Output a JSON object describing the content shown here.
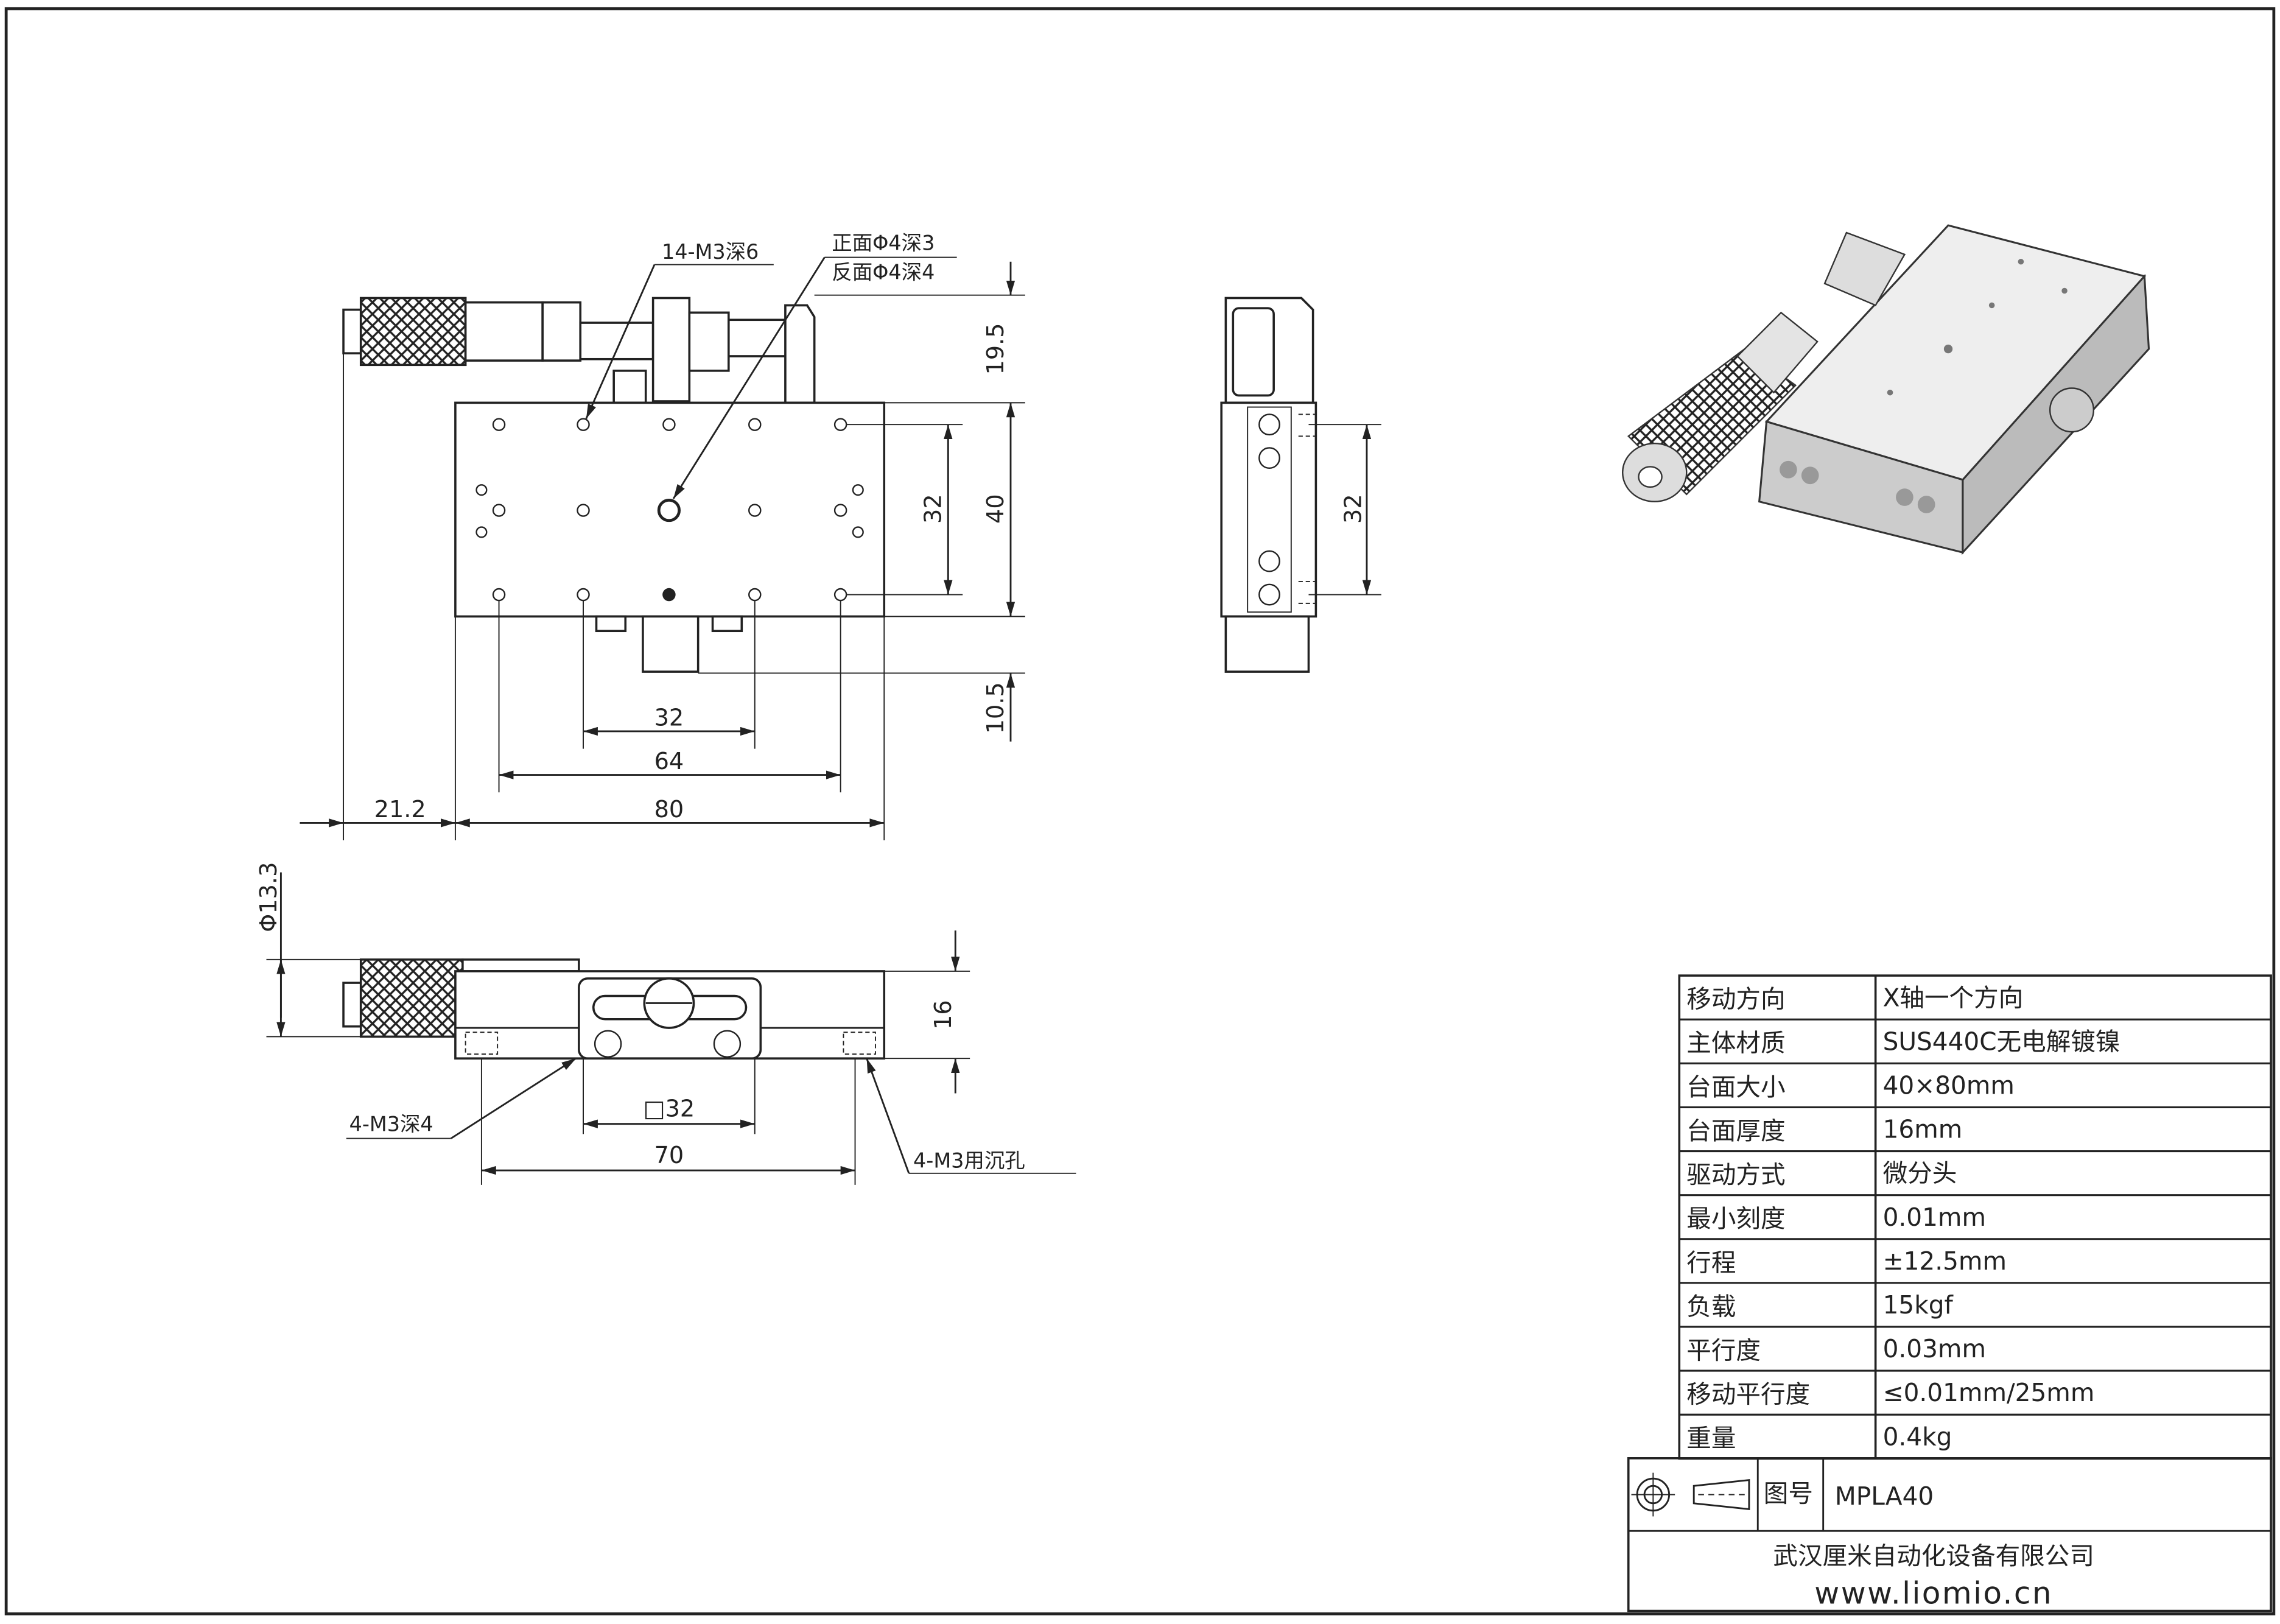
{
  "drawing": {
    "top_view": {
      "dims": {
        "h1": "19.5",
        "h2": "40",
        "h3": "10.5",
        "v32": "32",
        "w32": "32",
        "w64": "64",
        "w80": "80",
        "w21": "21.2"
      },
      "notes": {
        "tapped_holes": "14-M3深6",
        "front_hole": "正面Φ4深3",
        "back_hole": "反面Φ4深4"
      }
    },
    "side_view": {
      "dims": {
        "v32": "32"
      }
    },
    "front_view": {
      "dims": {
        "dia": "Φ13.3",
        "h16": "16",
        "sq32": "□32",
        "w70": "70"
      },
      "notes": {
        "tapped": "4-M3深4",
        "counterbore": "4-M3用沉孔"
      }
    }
  },
  "spec_table": {
    "rows": [
      {
        "label": "移动方向",
        "value": "X轴一个方向"
      },
      {
        "label": "主体材质",
        "value": "SUS440C无电解镀镍"
      },
      {
        "label": "台面大小",
        "value": "40×80mm"
      },
      {
        "label": "台面厚度",
        "value": "16mm"
      },
      {
        "label": "驱动方式",
        "value": "微分头"
      },
      {
        "label": "最小刻度",
        "value": "0.01mm"
      },
      {
        "label": "行程",
        "value": "±12.5mm"
      },
      {
        "label": "负载",
        "value": "15kgf"
      },
      {
        "label": "平行度",
        "value": "0.03mm"
      },
      {
        "label": "移动平行度",
        "value": "≤0.01mm/25mm"
      },
      {
        "label": "重量",
        "value": "0.4kg"
      }
    ]
  },
  "title_block": {
    "drawing_no_label": "图号",
    "drawing_no": "MPLA40",
    "company": "武汉厘米自动化设备有限公司",
    "website": "www.liomio.cn",
    "projection_icon": "first-angle-projection-icon"
  }
}
